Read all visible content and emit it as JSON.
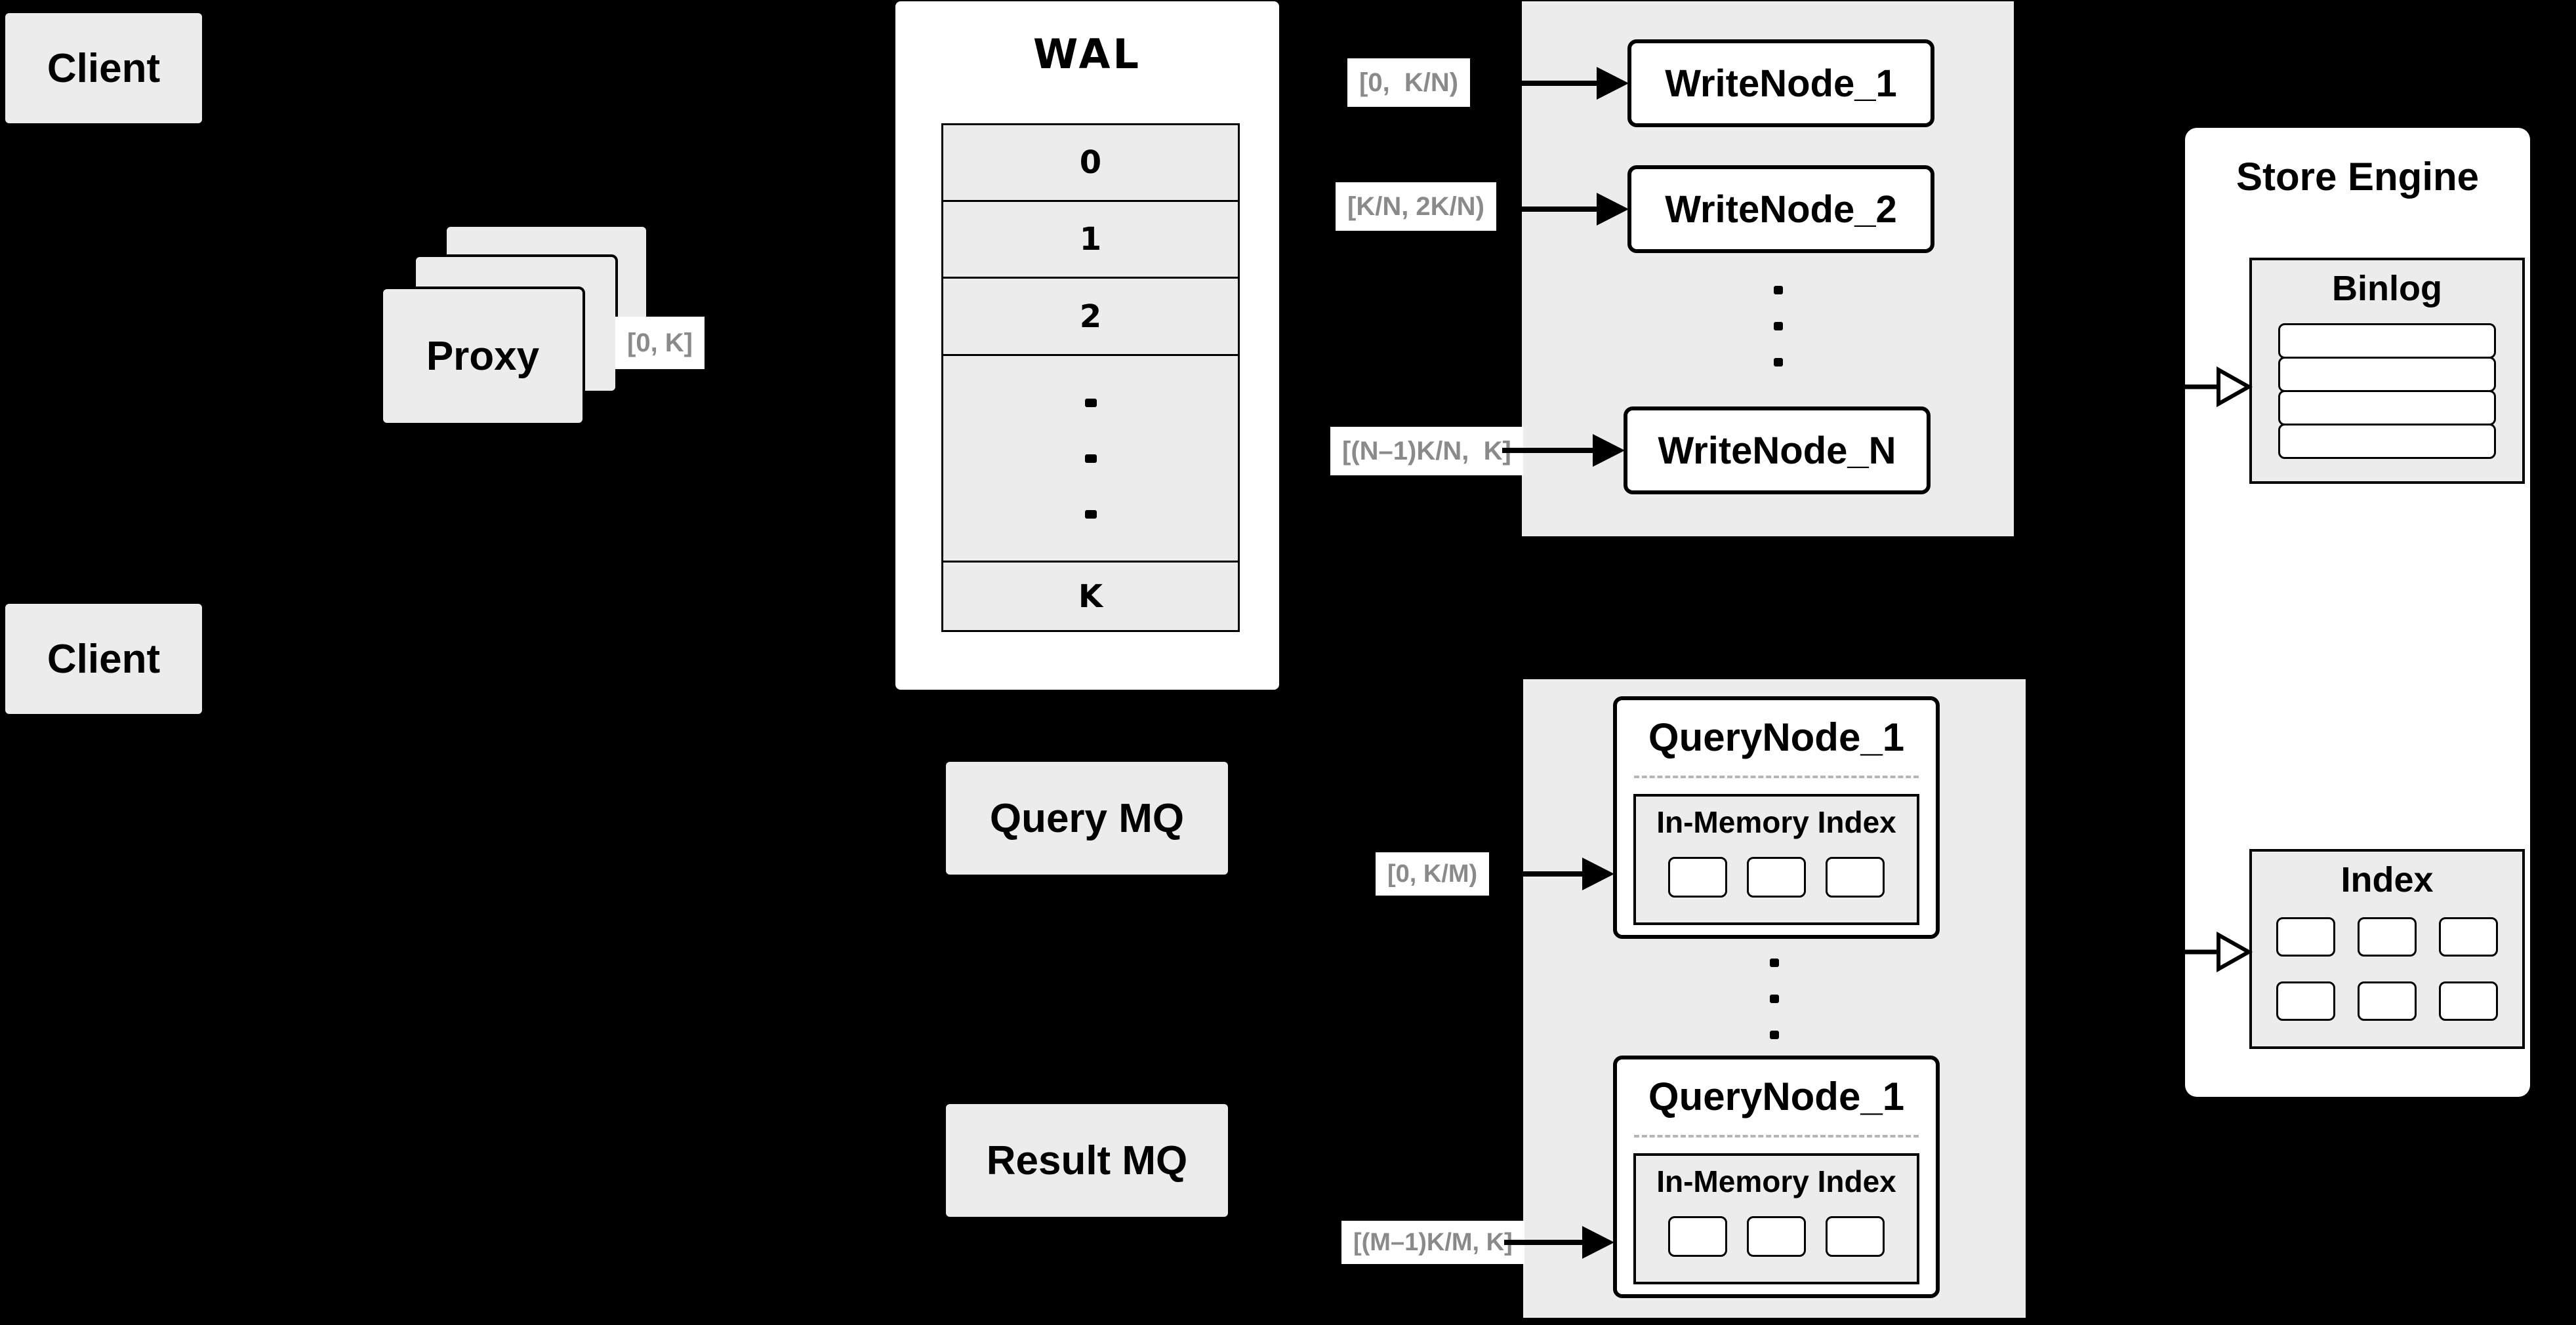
{
  "colors": {
    "background": "#000000",
    "panel_gray": "#ececec",
    "panel_white": "#ffffff",
    "border": "#000000",
    "range_label_text": "#8a8a8a"
  },
  "clients": {
    "top_label": "Client",
    "bottom_label": "Client"
  },
  "proxy": {
    "label": "Proxy",
    "range_label": "[0, K]"
  },
  "wal": {
    "title": "WAL",
    "rows": [
      "0",
      "1",
      "2",
      "K"
    ],
    "ellipsis": "⋮"
  },
  "write_group": {
    "ellipsis": "⋮",
    "nodes": [
      {
        "label": "WriteNode_1",
        "range": "[0,  K/N)"
      },
      {
        "label": "WriteNode_2",
        "range": "[K/N, 2K/N)"
      },
      {
        "label": "WriteNode_N",
        "range": "[(N–1)K/N,  K]"
      }
    ]
  },
  "store_engine": {
    "title": "Store Engine",
    "binlog_title": "Binlog",
    "index_title": "Index"
  },
  "mq": {
    "query_label": "Query MQ",
    "result_label": "Result MQ"
  },
  "query_group": {
    "ellipsis": "⋮",
    "nodes": [
      {
        "title": "QueryNode_1",
        "inner_title": "In-Memory Index",
        "range": "[0, K/M)"
      },
      {
        "title": "QueryNode_1",
        "inner_title": "In-Memory Index",
        "range": "[(M–1)K/M, K]"
      }
    ]
  }
}
